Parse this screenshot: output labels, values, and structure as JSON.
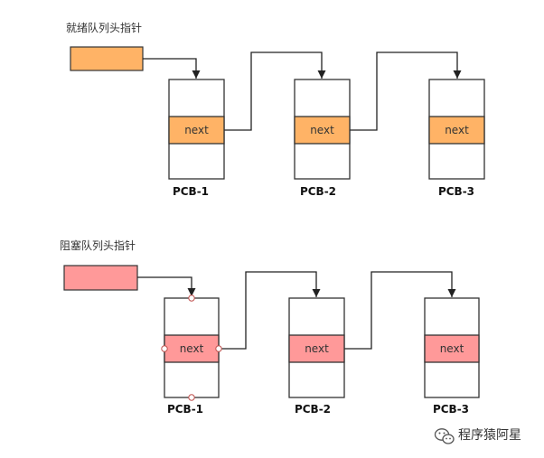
{
  "ready_queue": {
    "title": "就绪队列头指针",
    "fill": "#FFB366",
    "pcbs": [
      {
        "name": "PCB-1",
        "field": "next"
      },
      {
        "name": "PCB-2",
        "field": "next"
      },
      {
        "name": "PCB-3",
        "field": "next"
      }
    ]
  },
  "blocked_queue": {
    "title": "阻塞队列头指针",
    "fill": "#FF9999",
    "pcbs": [
      {
        "name": "PCB-1",
        "field": "next"
      },
      {
        "name": "PCB-2",
        "field": "next"
      },
      {
        "name": "PCB-3",
        "field": "next"
      }
    ]
  },
  "watermark": {
    "text": "程序猿阿星",
    "icon": "wechat-logo-icon"
  }
}
